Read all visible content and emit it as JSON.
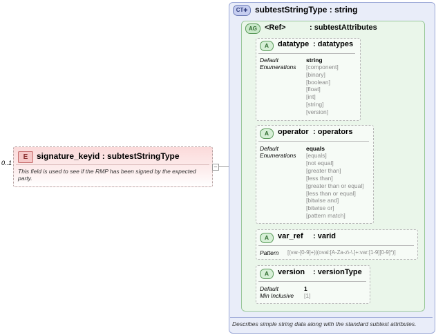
{
  "element": {
    "badge": "E",
    "title": "signature_keyid : subtestStringType",
    "occurrence": "0..1",
    "expand": "–",
    "description": "This field is used to see if the RMP has been signed by the expected party."
  },
  "complex_type": {
    "badge": "CT",
    "title": "subtestStringType : string",
    "description": "Describes simple string data along with the standard subtest attributes."
  },
  "attribute_group": {
    "badge": "AG",
    "ref": "<Ref>",
    "name": ": subtestAttributes"
  },
  "attributes": {
    "datatype": {
      "badge": "A",
      "name": "datatype",
      "type": ": datatypes",
      "default_label": "Default",
      "default_value": "string",
      "enum_label": "Enumerations",
      "enumerations": [
        "[component]",
        "[binary]",
        "[boolean]",
        "[float]",
        "[int]",
        "[string]",
        "[version]"
      ]
    },
    "operator": {
      "badge": "A",
      "name": "operator",
      "type": ": operators",
      "default_label": "Default",
      "default_value": "equals",
      "enum_label": "Enumerations",
      "enumerations": [
        "[equals]",
        "[not equal]",
        "[greater than]",
        "[less than]",
        "[greater than or equal]",
        "[less than or equal]",
        "[bitwise and]",
        "[bitwise or]",
        "[pattern match]"
      ]
    },
    "var_ref": {
      "badge": "A",
      "name": "var_ref",
      "type": ": varid",
      "pattern_label": "Pattern",
      "pattern_value": "[(var-[0-9]+)|(oval:[A-Za-z\\-\\.]+:var:[1-9][0-9]*)]"
    },
    "version": {
      "badge": "A",
      "name": "version",
      "type": ": versionType",
      "default_label": "Default",
      "default_value": "1",
      "min_label": "Min Inclusive",
      "min_value": "[1]"
    }
  }
}
